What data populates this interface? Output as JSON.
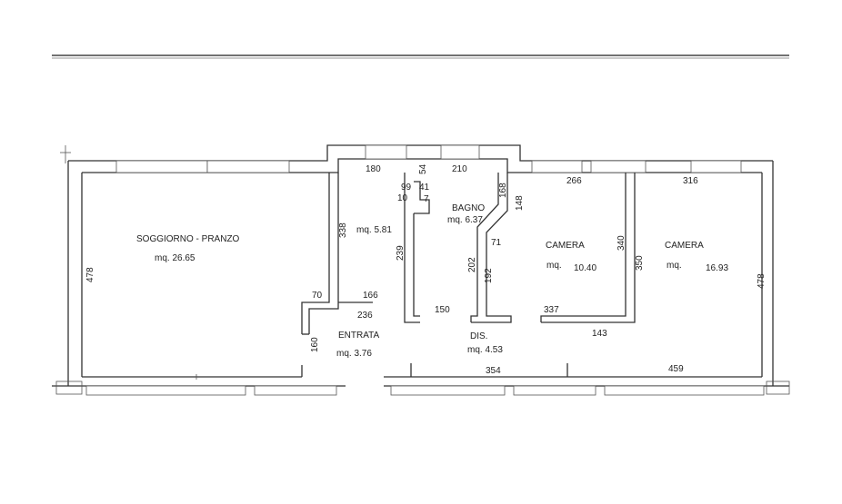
{
  "rooms": {
    "soggiorno": {
      "name": "SOGGIORNO - PRANZO",
      "area": "mq. 26.65"
    },
    "wc_small": {
      "area": "mq. 5.81"
    },
    "bagno": {
      "name": "BAGNO",
      "area": "mq. 6.37"
    },
    "camera1": {
      "name": "CAMERA",
      "area_label": "mq.",
      "area_value": "10.40"
    },
    "camera2": {
      "name": "CAMERA",
      "area_label": "mq.",
      "area_value": "16.93"
    },
    "entrata": {
      "name": "ENTRATA",
      "area": "mq. 3.76"
    },
    "dis": {
      "name": "DIS.",
      "area": "mq. 4.53"
    }
  },
  "dimensions": {
    "d180": "180",
    "d54": "54",
    "d210": "210",
    "d266": "266",
    "d316": "316",
    "d99": "99",
    "d41": "41",
    "d10": "10",
    "d7": "7",
    "d168": "168",
    "d148": "148",
    "d338": "338",
    "d239": "239",
    "d478_left": "478",
    "d478_right": "478",
    "d340": "340",
    "d350": "350",
    "d71": "71",
    "d202": "202",
    "d192": "192",
    "d70": "70",
    "d166": "166",
    "d236": "236",
    "d150": "150",
    "d337": "337",
    "d160": "160",
    "d143": "143",
    "d354": "354",
    "d459": "459"
  }
}
